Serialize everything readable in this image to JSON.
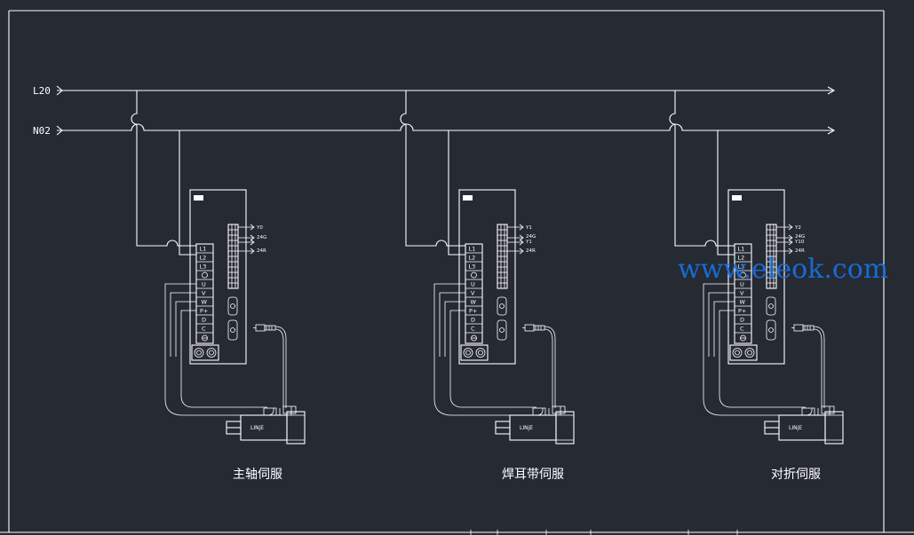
{
  "bus": {
    "line1": "L20",
    "line2": "N02"
  },
  "terminal_labels": [
    "L1",
    "L2",
    "L3",
    "",
    "U",
    "V",
    "W",
    "P+",
    "D",
    "C",
    ""
  ],
  "motor_brand": "LINjE",
  "drives": [
    {
      "name": "主轴伺服",
      "io_labels": [
        "Y0",
        "24G",
        "24R"
      ]
    },
    {
      "name": "焊耳带伺服",
      "io_labels": [
        "Y1",
        "24G",
        "Y1",
        "24R"
      ]
    },
    {
      "name": "对折伺服",
      "io_labels": [
        "Y2",
        "24G",
        "Y10",
        "24R"
      ]
    }
  ],
  "watermark": "www.eleok.com",
  "colors": {
    "background": "#252a33",
    "line": "#ffffff",
    "watermark": "#1a6fe0"
  }
}
